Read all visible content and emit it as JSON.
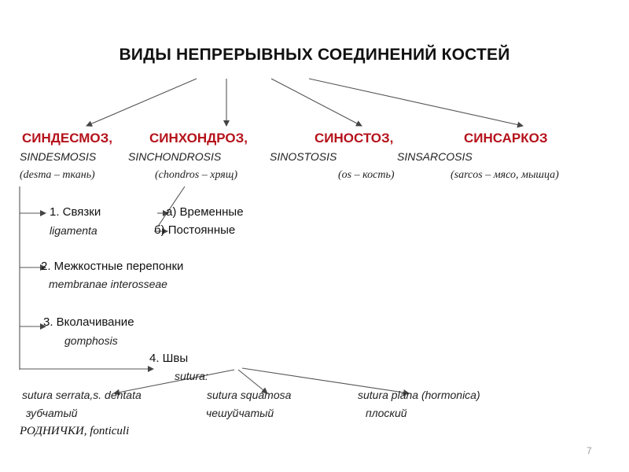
{
  "title": "ВИДЫ НЕПРЕРЫВНЫХ СОЕДИНЕНИЙ КОСТЕЙ",
  "types": [
    {
      "name": "СИНДЕСМОЗ,",
      "latin": "SINDESMOSIS",
      "gloss": "(desma – ткань)"
    },
    {
      "name": "СИНХОНДРОЗ,",
      "latin": "SINCHONDROSIS",
      "gloss": "(chondros – хрящ)"
    },
    {
      "name": "СИНОСТОЗ,",
      "latin": "SINOSTOSIS",
      "gloss": "(os – кость)"
    },
    {
      "name": "СИНСАРКОЗ",
      "latin": "SINSARCOSIS",
      "gloss": "(sarcos – мясо, мышца)"
    }
  ],
  "syndesmosis": {
    "item1": {
      "label": "1. Связки",
      "latin": "ligamenta"
    },
    "item2": {
      "label": "2. Межкостные перепонки",
      "latin": "membranae interosseae"
    },
    "item3": {
      "label": "3. Вколачивание",
      "latin": "gomphosis"
    },
    "item4": {
      "label": "4. Швы",
      "latin": "sutura:"
    }
  },
  "synchondrosis": {
    "temporary": "а) Временные",
    "permanent": "б) Постоянные"
  },
  "sutures": [
    {
      "latin": "sutura serrata,s. dentata",
      "ru": "зубчатый"
    },
    {
      "latin": "sutura squamosa",
      "ru": "чешуйчатый"
    },
    {
      "latin": "sutura plana (hormonica)",
      "ru": "плоский"
    }
  ],
  "fontanelles": "РОДНИЧКИ, fonticuli",
  "page_number": "7"
}
